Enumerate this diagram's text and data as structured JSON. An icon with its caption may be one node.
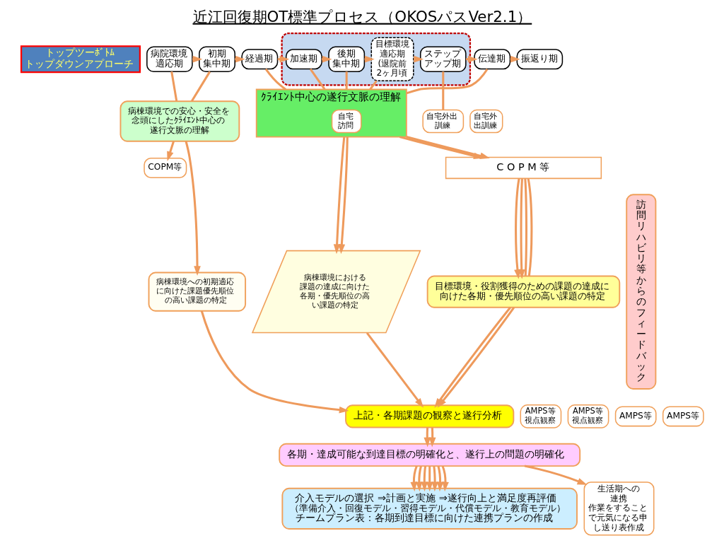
{
  "diagram": {
    "title": "近江回復期OT標準プロセス（OKOSパスVer2.1）",
    "nodes": [
      {
        "text": [
          "トップツーﾎﾞﾄﾑ",
          "トップダウンアプローチ"
        ]
      },
      {
        "text": [
          "病院環境適応期"
        ]
      },
      {
        "text": [
          "初期集中期"
        ]
      },
      {
        "text": [
          "経過期"
        ]
      },
      {
        "text": [],
        "shape": "box"
      },
      {
        "text": [
          "加速期"
        ],
        "in": 4
      },
      {
        "text": [
          "後期集中期"
        ],
        "in": 4
      },
      {
        "text": [
          "目標環境適応期(退院前2ヶ月頃"
        ],
        "in": 4
      },
      {
        "text": [
          "ステップアップ期"
        ],
        "in": 4
      },
      {
        "text": [
          "伝達期"
        ]
      },
      {
        "text": [
          "振返り期"
        ]
      },
      {
        "text": [
          "病棟環境での安心・安全を念頭にしたｸﾗｲｴﾝﾄ中心の遂行文脈の理解"
        ]
      },
      {
        "text": [
          "自宅外出訓練"
        ]
      },
      {
        "text": [
          "自宅外出訓練"
        ]
      },
      {
        "text": [
          "ｸﾗｲｴﾝﾄ中心の遂行文脈の理解"
        ]
      },
      {
        "text": [
          "自宅訪問"
        ],
        "in": 14
      },
      {
        "text": [
          "COPM等"
        ]
      },
      {
        "text": [
          "C O P M 等"
        ]
      },
      {
        "text": [
          "病棟環境への初期適応に向けた課題優先順位の高い課題の特定"
        ]
      },
      {
        "text": [
          "病棟環境における課題の達成に向けた各期・優先順位の高い課題の特定"
        ]
      },
      {
        "text": [
          "目標環境・役割獲得のための課題の達成に向けた各期・優先順位の高い課題の特定"
        ]
      },
      {
        "text": [
          "上記・各期課題の観察と遂行分析"
        ]
      },
      {
        "text": [
          "AMPS等視点観察"
        ]
      },
      {
        "text": [
          "AMPS等視点観察"
        ]
      },
      {
        "text": [
          "AMPS等"
        ]
      },
      {
        "text": [
          "AMPS等"
        ]
      },
      {
        "text": [
          "各期・達成可能な到達目標の明確化と、遂行上の問題の明確化"
        ]
      },
      {
        "text": [
          "介入モデルの選択 ⇒計画と実施 ⇒遂行向上と満足度再評価",
          "（準備介入・回復モデル・習得モデル・代償モデル・教育モデル）",
          "チームプラン表：各期到達目標に向けた連携プランの作成"
        ]
      },
      {
        "text": [
          "生活期への連携",
          "作業をすることで元気になる申し送り表作成"
        ]
      },
      {
        "text": [
          "訪問リハビリ等からのフィードバック"
        ]
      }
    ],
    "edges": [
      {
        "from": 1,
        "to": 2,
        "arrow": "to"
      },
      {
        "from": 2,
        "to": 3,
        "arrow": "to"
      },
      {
        "from": 3,
        "to": 5,
        "arrow": "to"
      },
      {
        "from": 5,
        "to": 6,
        "arrow": "to"
      },
      {
        "from": 6,
        "to": 7,
        "arrow": "to"
      },
      {
        "from": 7,
        "to": 8,
        "arrow": "to"
      },
      {
        "from": 8,
        "to": 9,
        "arrow": "to"
      },
      {
        "from": 9,
        "to": 10,
        "arrow": "to"
      },
      {
        "from": 1,
        "to": 11,
        "arrow": "none"
      },
      {
        "from": 2,
        "to": 11,
        "arrow": "none"
      },
      {
        "from": 3,
        "to": 14,
        "arrow": "none"
      },
      {
        "from": 5,
        "to": 14,
        "arrow": "none"
      },
      {
        "from": 6,
        "to": 14,
        "arrow": "none"
      },
      {
        "from": 7,
        "to": 14,
        "arrow": "none"
      },
      {
        "from": 8,
        "to": 13,
        "arrow": "none"
      },
      {
        "from": 9,
        "to": 14,
        "arrow": "none"
      },
      {
        "from": 11,
        "to": 16,
        "arrow": "to"
      },
      {
        "from": 11,
        "to": 18,
        "arrow": "to"
      },
      {
        "from": 14,
        "to": 19,
        "arrow": "to"
      },
      {
        "from": 14,
        "to": 19,
        "arrow": "to"
      },
      {
        "from": 14,
        "to": 17,
        "arrow": "to"
      },
      {
        "from": 14,
        "to": 17,
        "arrow": "to"
      },
      {
        "from": 17,
        "to": 20,
        "arrow": "to"
      },
      {
        "from": 17,
        "to": 20,
        "arrow": "to"
      },
      {
        "from": 17,
        "to": 20,
        "arrow": "none"
      },
      {
        "from": 17,
        "to": 20,
        "arrow": "none"
      },
      {
        "from": 18,
        "to": 21,
        "arrow": "to"
      },
      {
        "from": 19,
        "to": 21,
        "arrow": "to"
      },
      {
        "from": 20,
        "to": 21,
        "arrow": "to"
      },
      {
        "from": 20,
        "to": 21,
        "arrow": "to"
      },
      {
        "from": 21,
        "to": 26,
        "arrow": "to"
      },
      {
        "from": 21,
        "to": 26,
        "arrow": "to"
      },
      {
        "from": 26,
        "to": 27,
        "arrow": "to"
      },
      {
        "from": 26,
        "to": 27,
        "arrow": "to"
      },
      {
        "from": 26,
        "to": 27,
        "arrow": "to"
      },
      {
        "from": 26,
        "to": 27,
        "arrow": "to"
      },
      {
        "from": 26,
        "to": 27,
        "arrow": "to"
      },
      {
        "from": 26,
        "to": 27,
        "arrow": "to"
      },
      {
        "from": 26,
        "to": 27,
        "arrow": "to"
      },
      {
        "from": 26,
        "to": 28,
        "arrow": "to"
      }
    ]
  }
}
